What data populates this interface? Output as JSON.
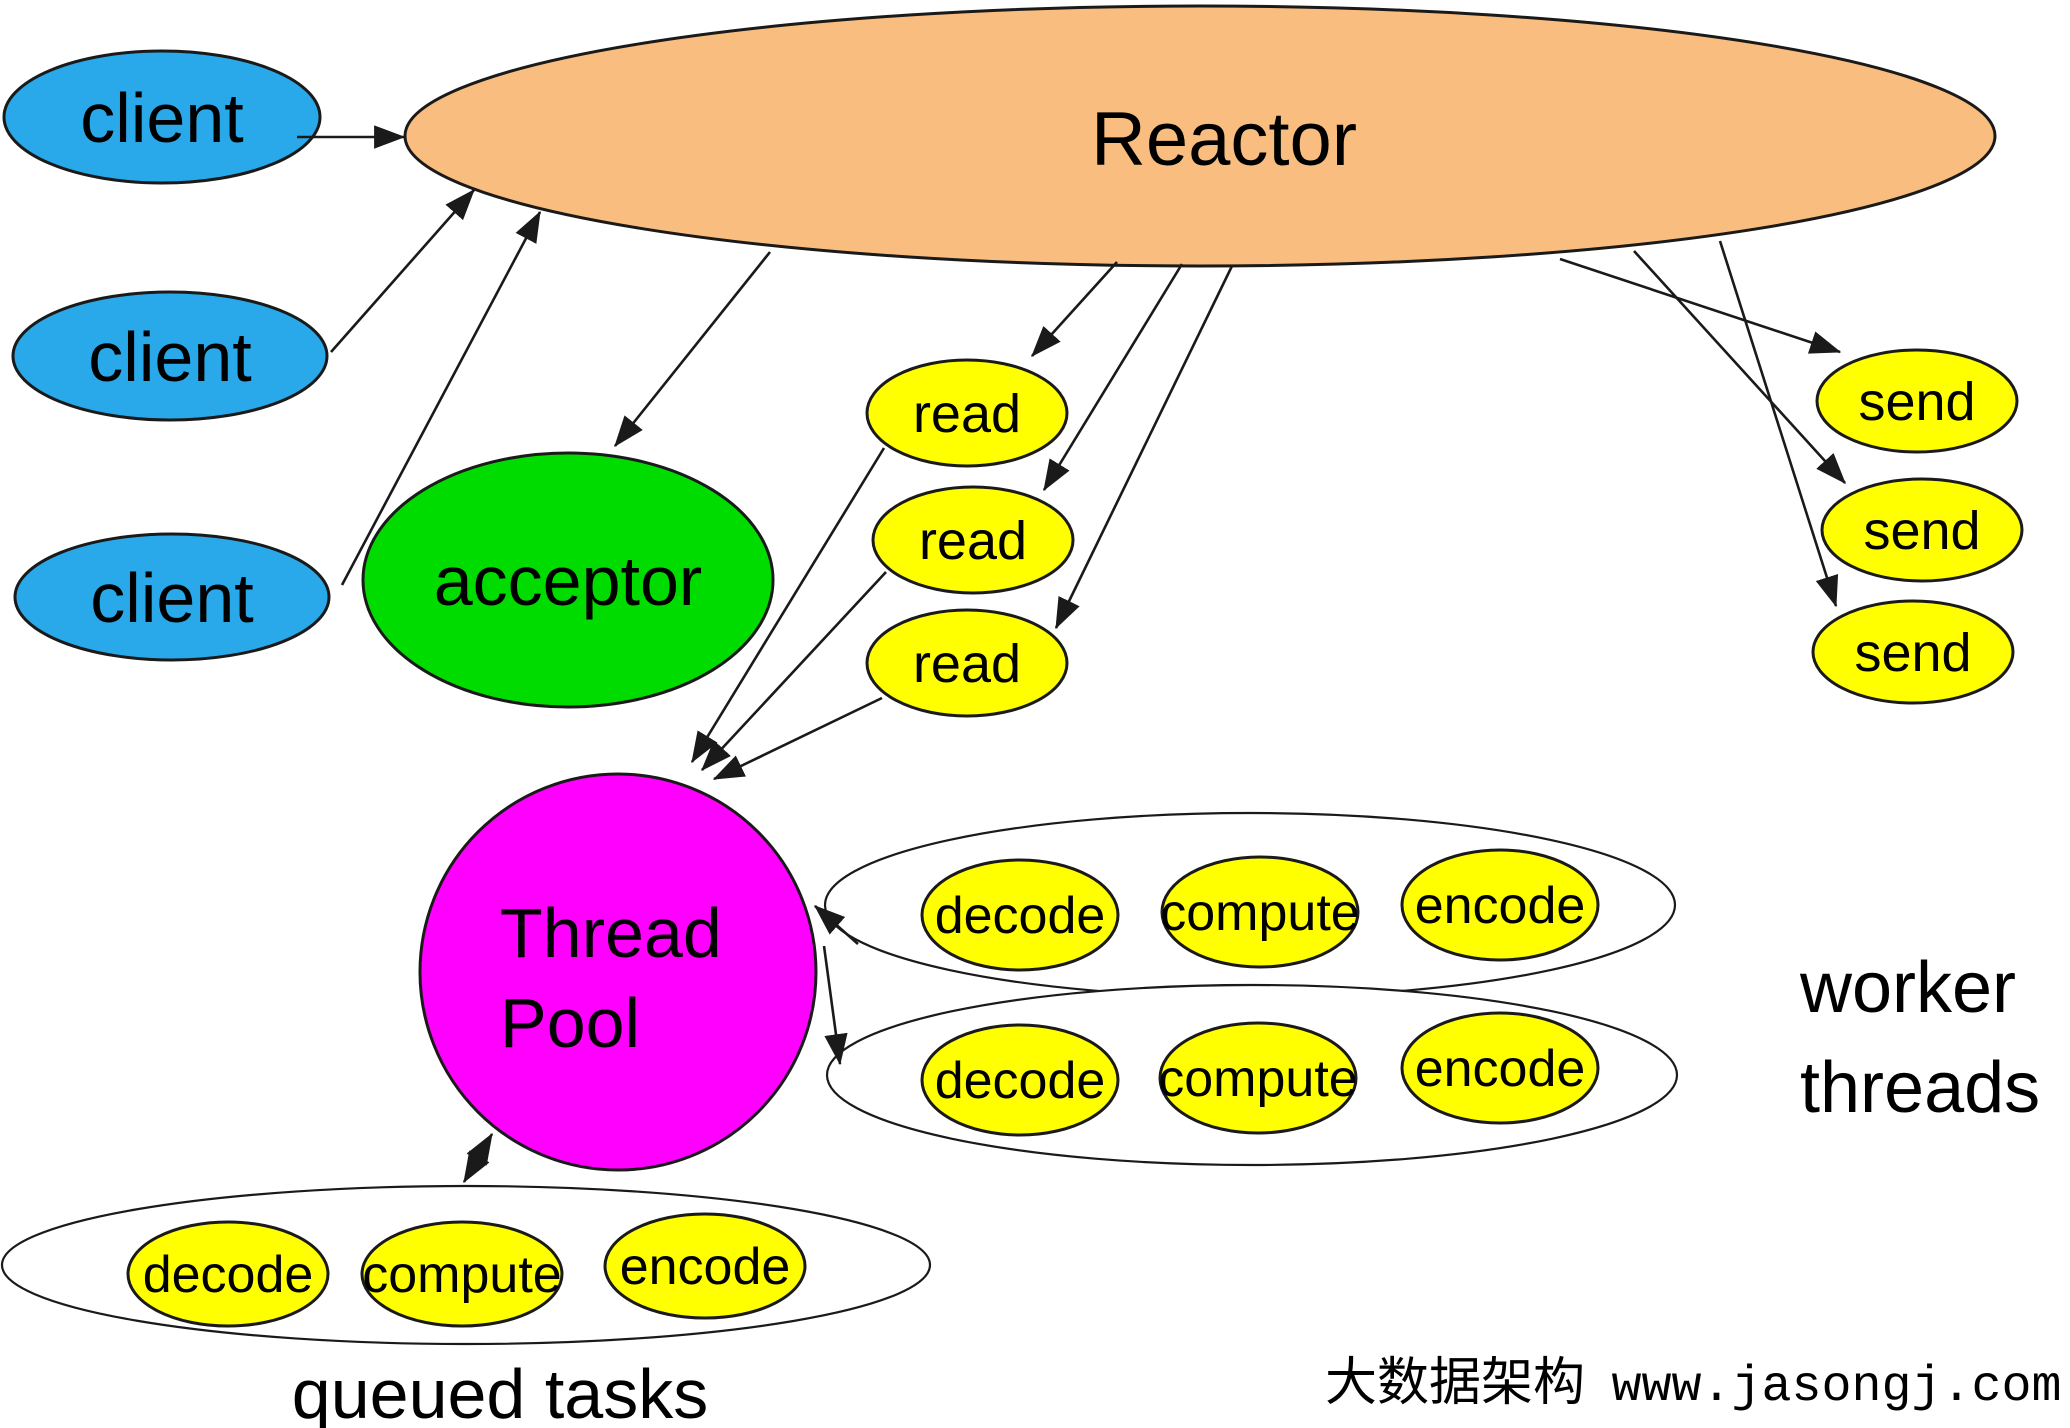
{
  "diagram": {
    "reactor_label": "Reactor",
    "client_label": "client",
    "acceptor_label": "acceptor",
    "thread_pool_line1": "Thread",
    "thread_pool_line2": "Pool",
    "read_label": "read",
    "send_label": "send",
    "tasks": [
      "decode",
      "compute",
      "encode"
    ],
    "worker_label_line1": "worker",
    "worker_label_line2": "threads",
    "queued_label": "queued tasks",
    "watermark_cn": "大数据架构",
    "watermark_url": "www.jasongj.com",
    "colors": {
      "reactor": "#F9BE7F",
      "client": "#29A9E9",
      "acceptor": "#00DC00",
      "thread_pool": "#FF00FF",
      "task": "#FFFF00",
      "container": "#FFFFFF",
      "outline": "#1a1a1a",
      "watermark": "#8a8a8a"
    }
  }
}
